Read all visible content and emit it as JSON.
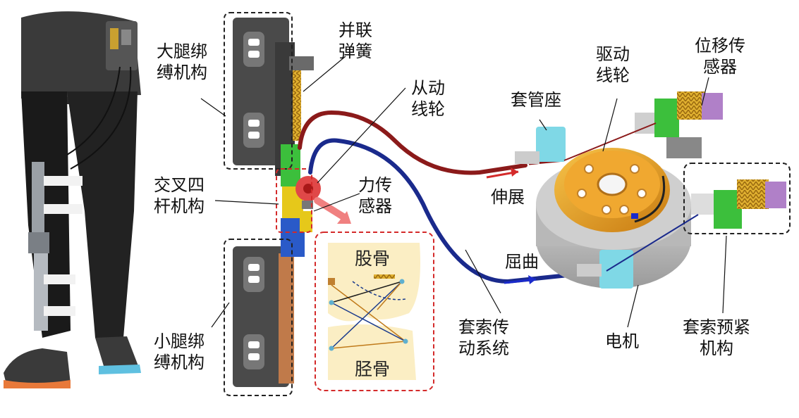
{
  "labels": {
    "thigh_binding": [
      "大腿绑",
      "缚机构"
    ],
    "parallel_spring": [
      "并联",
      "弹簧"
    ],
    "driven_pulley": [
      "从动",
      "线轮"
    ],
    "four_bar": [
      "交叉四",
      "杆机构"
    ],
    "force_sensor": [
      "力传",
      "感器"
    ],
    "shank_binding": [
      "小腿绑",
      "缚机构"
    ],
    "drive_pulley": [
      "驱动",
      "线轮"
    ],
    "displacement_sensor": [
      "位移传",
      "感器"
    ],
    "sleeve_seat": "套管座",
    "extension": "伸展",
    "flexion": "屈曲",
    "cable_transmission": [
      "套索传",
      "动系统"
    ],
    "motor": "电机",
    "cable_pretension": [
      "套索预紧",
      "机构"
    ],
    "femur": "股骨",
    "tibia": "胫骨"
  },
  "colors": {
    "extension_cable": "#8b1a1a",
    "flexion_cable": "#1a2a8c",
    "callout_dash": "#d42a2a",
    "arrow_pink": "#f08080",
    "pulley_gold": "#e8a020",
    "motor_gray": "#b8b8b8",
    "sleeve_cyan": "#7fd8e6",
    "spring_gold": "#d4a020",
    "green_block": "#3cbf3c",
    "bone_fill": "#fbeec4"
  }
}
